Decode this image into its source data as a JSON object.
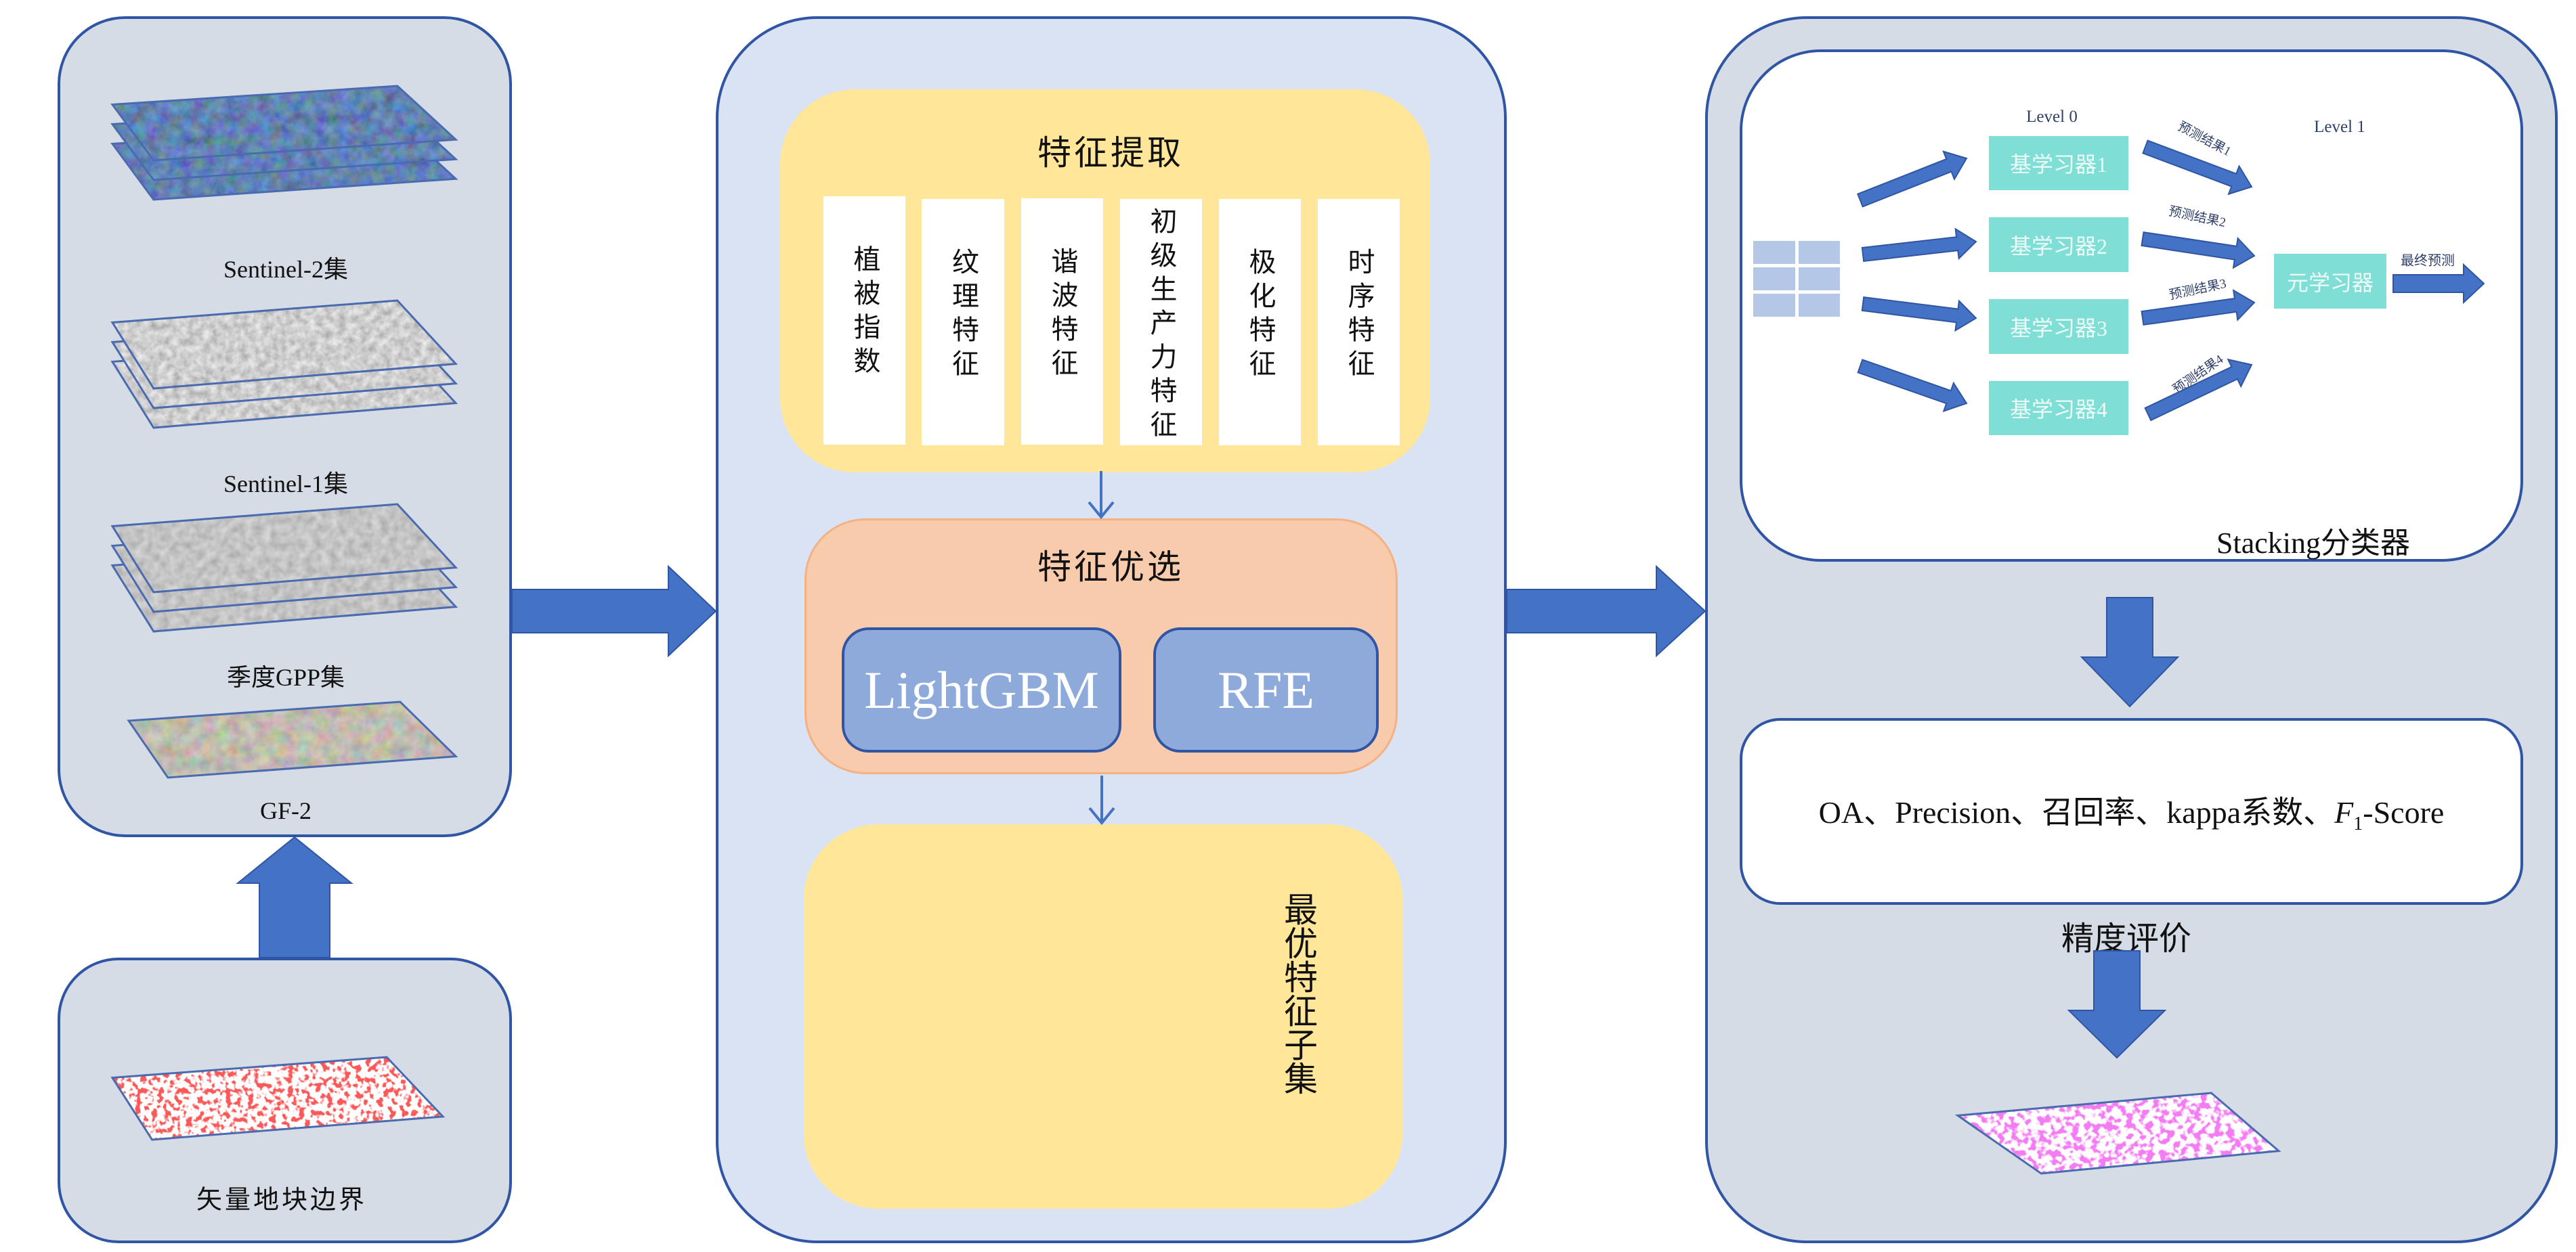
{
  "colors": {
    "arrow": "#4472c4",
    "panel_border": "#2f55a4",
    "panel_gray": "#d6dce5",
    "panel_blue": "#dae3f3",
    "yellow": "#ffe699",
    "orange": "#f8cbad",
    "algo_box": "#8eaadb",
    "learner": "#7fdfd6",
    "sheet": "#d5f0c2"
  },
  "inputs": {
    "datasets": [
      {
        "label": "Sentinel-2集",
        "icon": "sentinel2-stack-image"
      },
      {
        "label": "Sentinel-1集",
        "icon": "sentinel1-stack-image"
      },
      {
        "label": "季度GPP集",
        "icon": "gpp-stack-image"
      },
      {
        "label": "GF-2",
        "icon": "gf2-image"
      }
    ],
    "boundary": {
      "label": "矢量地块边界",
      "icon": "parcel-boundary-map"
    }
  },
  "features": {
    "extraction_title": "特征提取",
    "cards": [
      "植被指数",
      "纹理特征",
      "谐波特征",
      "初级生产力特征",
      "极化特征",
      "时序特征"
    ],
    "selection_title": "特征优选",
    "methods": [
      "LightGBM",
      "RFE"
    ],
    "subset_label": "最优特征子集"
  },
  "stacking": {
    "level0": "Level 0",
    "level1": "Level 1",
    "base_learners": [
      "基学习器1",
      "基学习器2",
      "基学习器3",
      "基学习器4"
    ],
    "predictions": [
      "预测结果1",
      "预测结果2",
      "预测结果3",
      "预测结果4"
    ],
    "meta_learner": "元学习器",
    "final_label": "最终预测",
    "title": "Stacking分类器"
  },
  "evaluation": {
    "metrics_prefix": "OA、Precision、召回率、kappa系数、",
    "metrics_f": "F",
    "metrics_sub": "1",
    "metrics_suffix": "-Score",
    "title": "精度评价",
    "output_icon": "classification-result-map"
  }
}
